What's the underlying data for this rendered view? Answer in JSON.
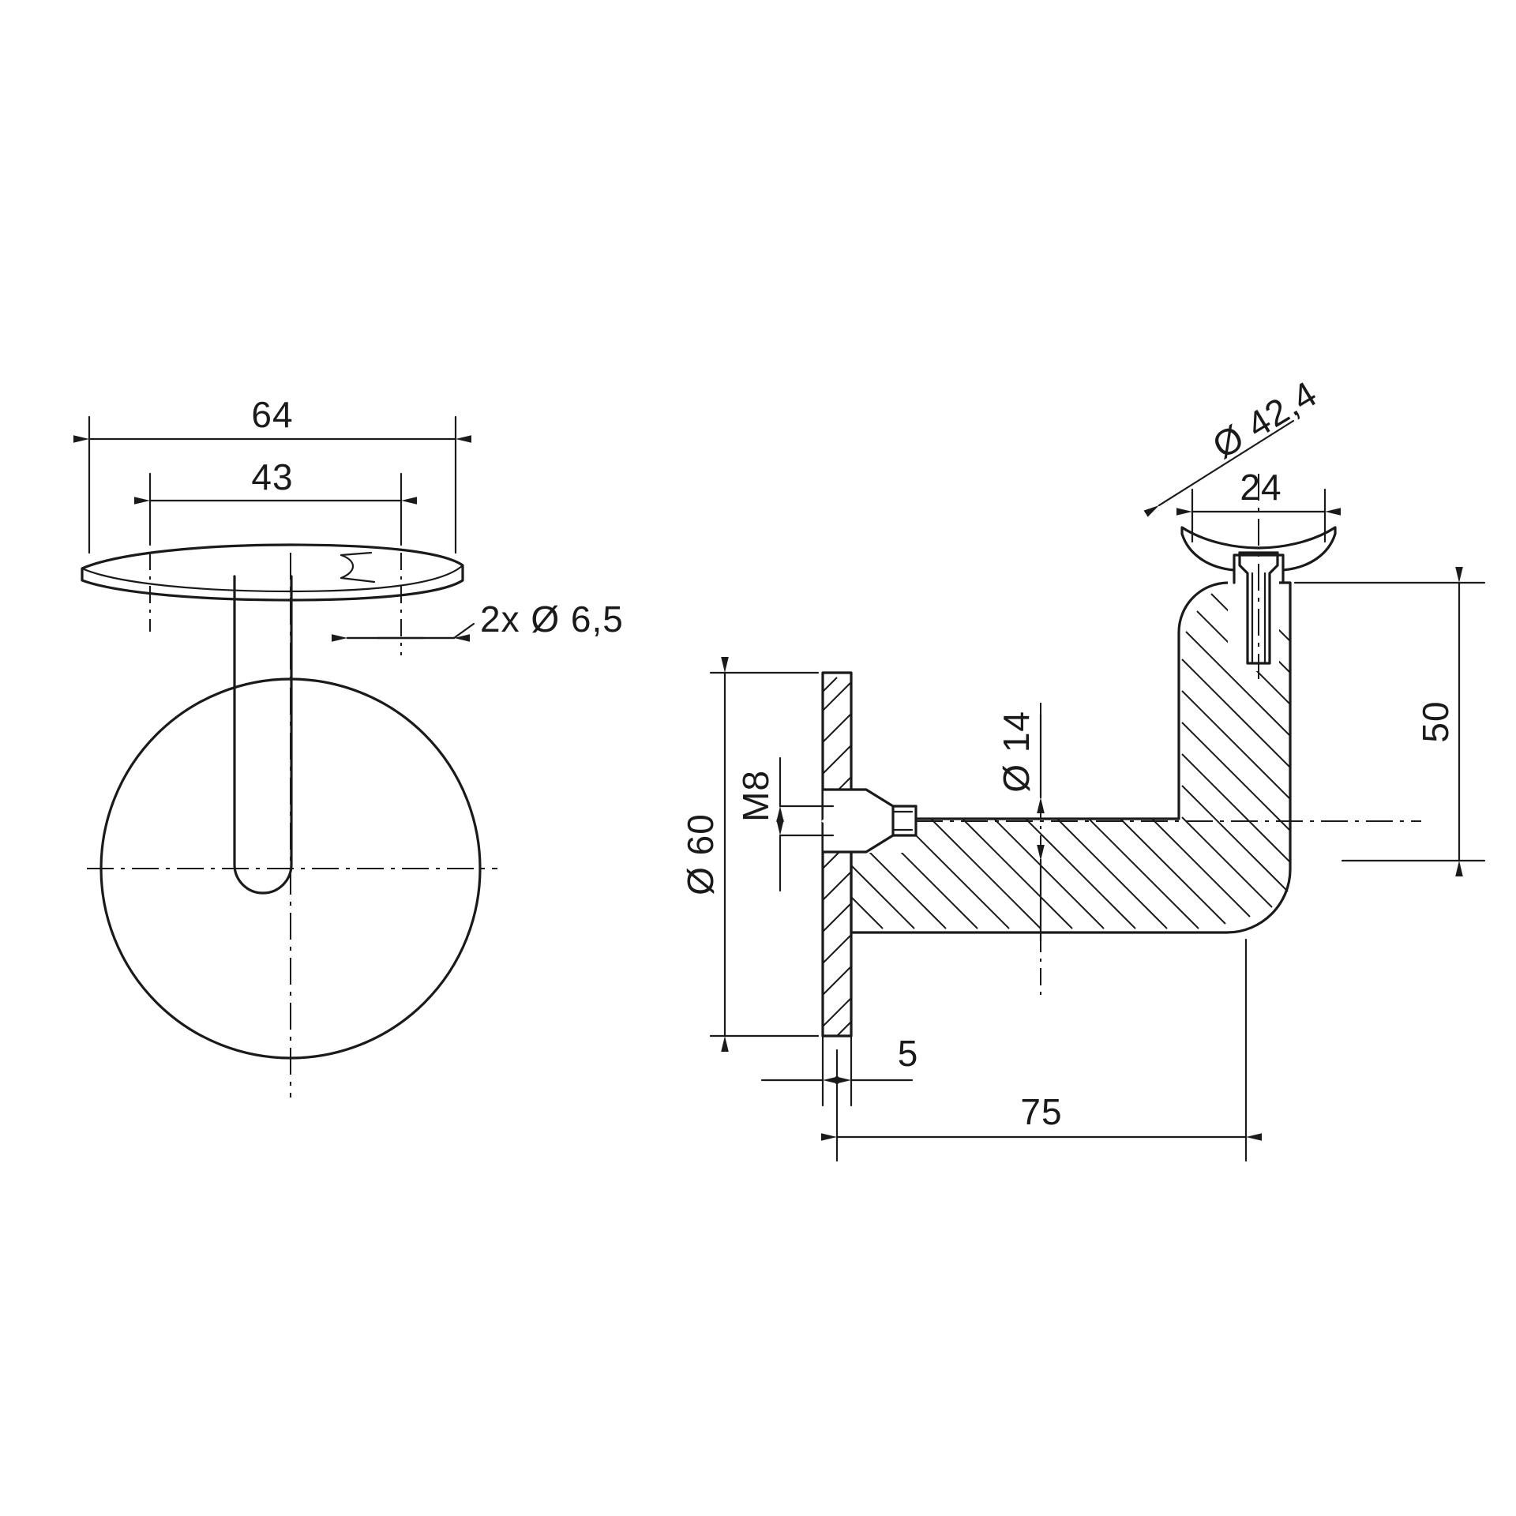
{
  "drawing": {
    "title": "Handrail bracket technical drawing",
    "background_color": "#ffffff",
    "line_color": "#1a1a1a",
    "views": [
      {
        "name": "front-view",
        "label": ""
      },
      {
        "name": "side-section-view",
        "label": ""
      }
    ],
    "dimensions": {
      "front_overall_width": "64",
      "front_inner_width": "43",
      "front_holes": "2x Ø 6,5",
      "side_tube_diameter": "Ø 42,4",
      "side_saddle_width": "24",
      "side_height": "50",
      "side_plate_diameter": "Ø 60",
      "side_thread": "M8",
      "side_bore": "Ø 14",
      "side_plate_thickness": "5",
      "side_projection": "75"
    }
  }
}
